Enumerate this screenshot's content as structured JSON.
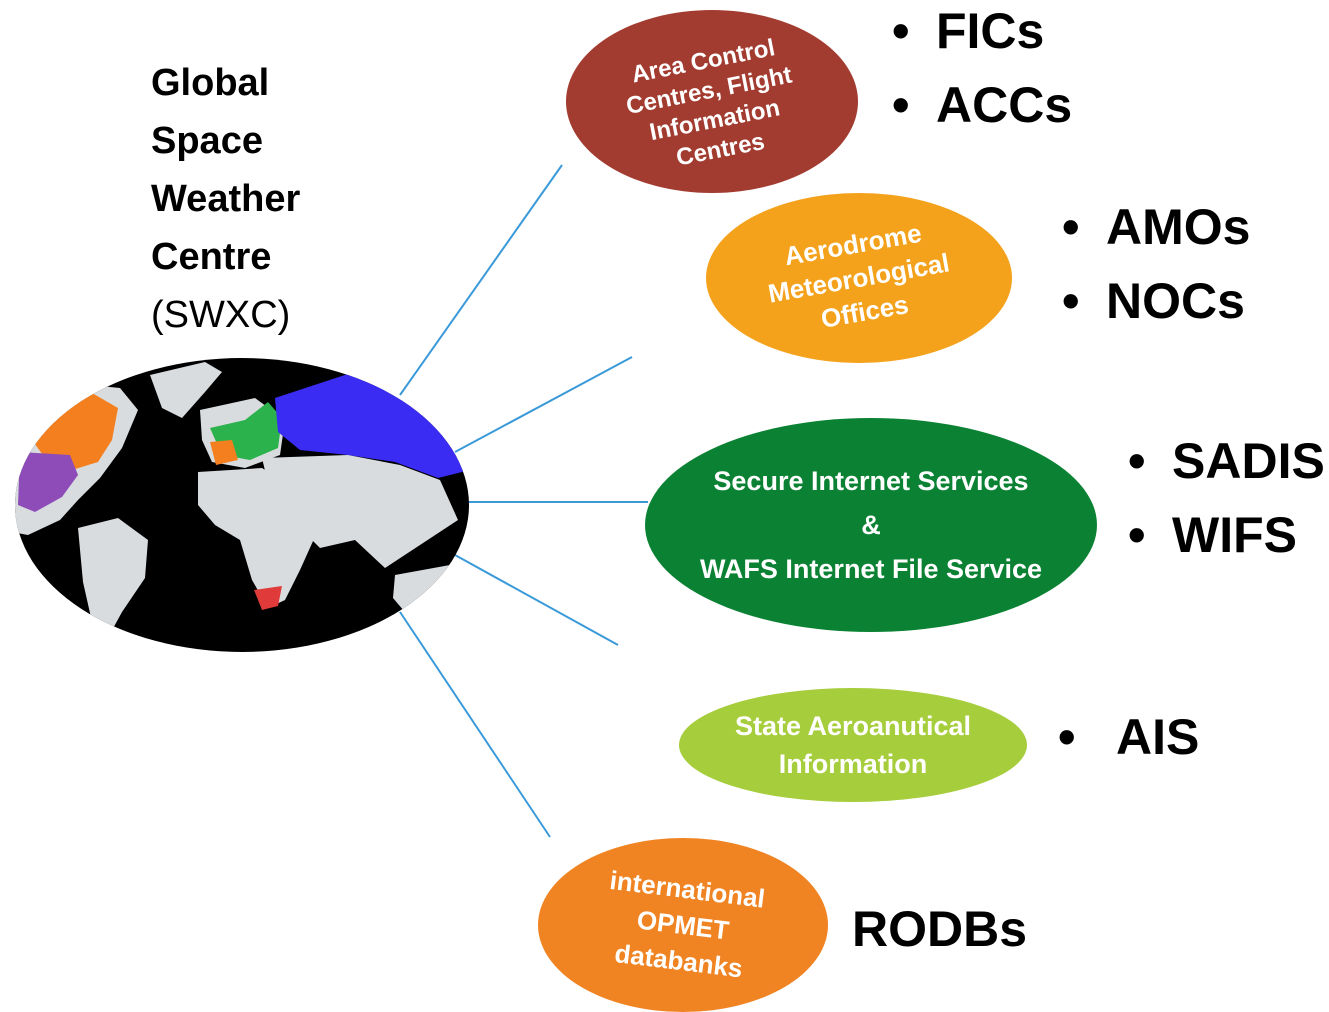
{
  "title": {
    "line1": "Global",
    "line2": "Space",
    "line3": "Weather",
    "line4": "Centre",
    "abbr": "(SWXC)"
  },
  "nodes": [
    {
      "id": "acc",
      "label_lines": [
        "Area Control",
        "Centres, Flight",
        "Information",
        "Centres"
      ],
      "color": "#a33c30",
      "bullets": [
        "FICs",
        "ACCs"
      ]
    },
    {
      "id": "amo",
      "label_lines": [
        "Aerodrome",
        "Meteorological",
        "Offices"
      ],
      "color": "#f4a21c",
      "bullets": [
        "AMOs",
        "NOCs"
      ]
    },
    {
      "id": "secure",
      "label_lines": [
        "Secure Internet Services",
        "&",
        "WAFS Internet File Service"
      ],
      "color": "#0b8233",
      "bullets": [
        "SADIS",
        "WIFS"
      ]
    },
    {
      "id": "ais",
      "label_lines": [
        "State Aeroanutical",
        "Information"
      ],
      "color": "#a6cd3b",
      "bullets": [
        "AIS"
      ]
    },
    {
      "id": "opmet",
      "label_lines": [
        "international",
        "OPMET",
        "databanks"
      ],
      "color": "#f08322",
      "bullets": [
        "RODBs"
      ]
    }
  ],
  "bullet_char": "•",
  "colors": {
    "connector": "#3a9ad9",
    "map_ocean": "#000000",
    "map_land": "#d9dcdf"
  }
}
